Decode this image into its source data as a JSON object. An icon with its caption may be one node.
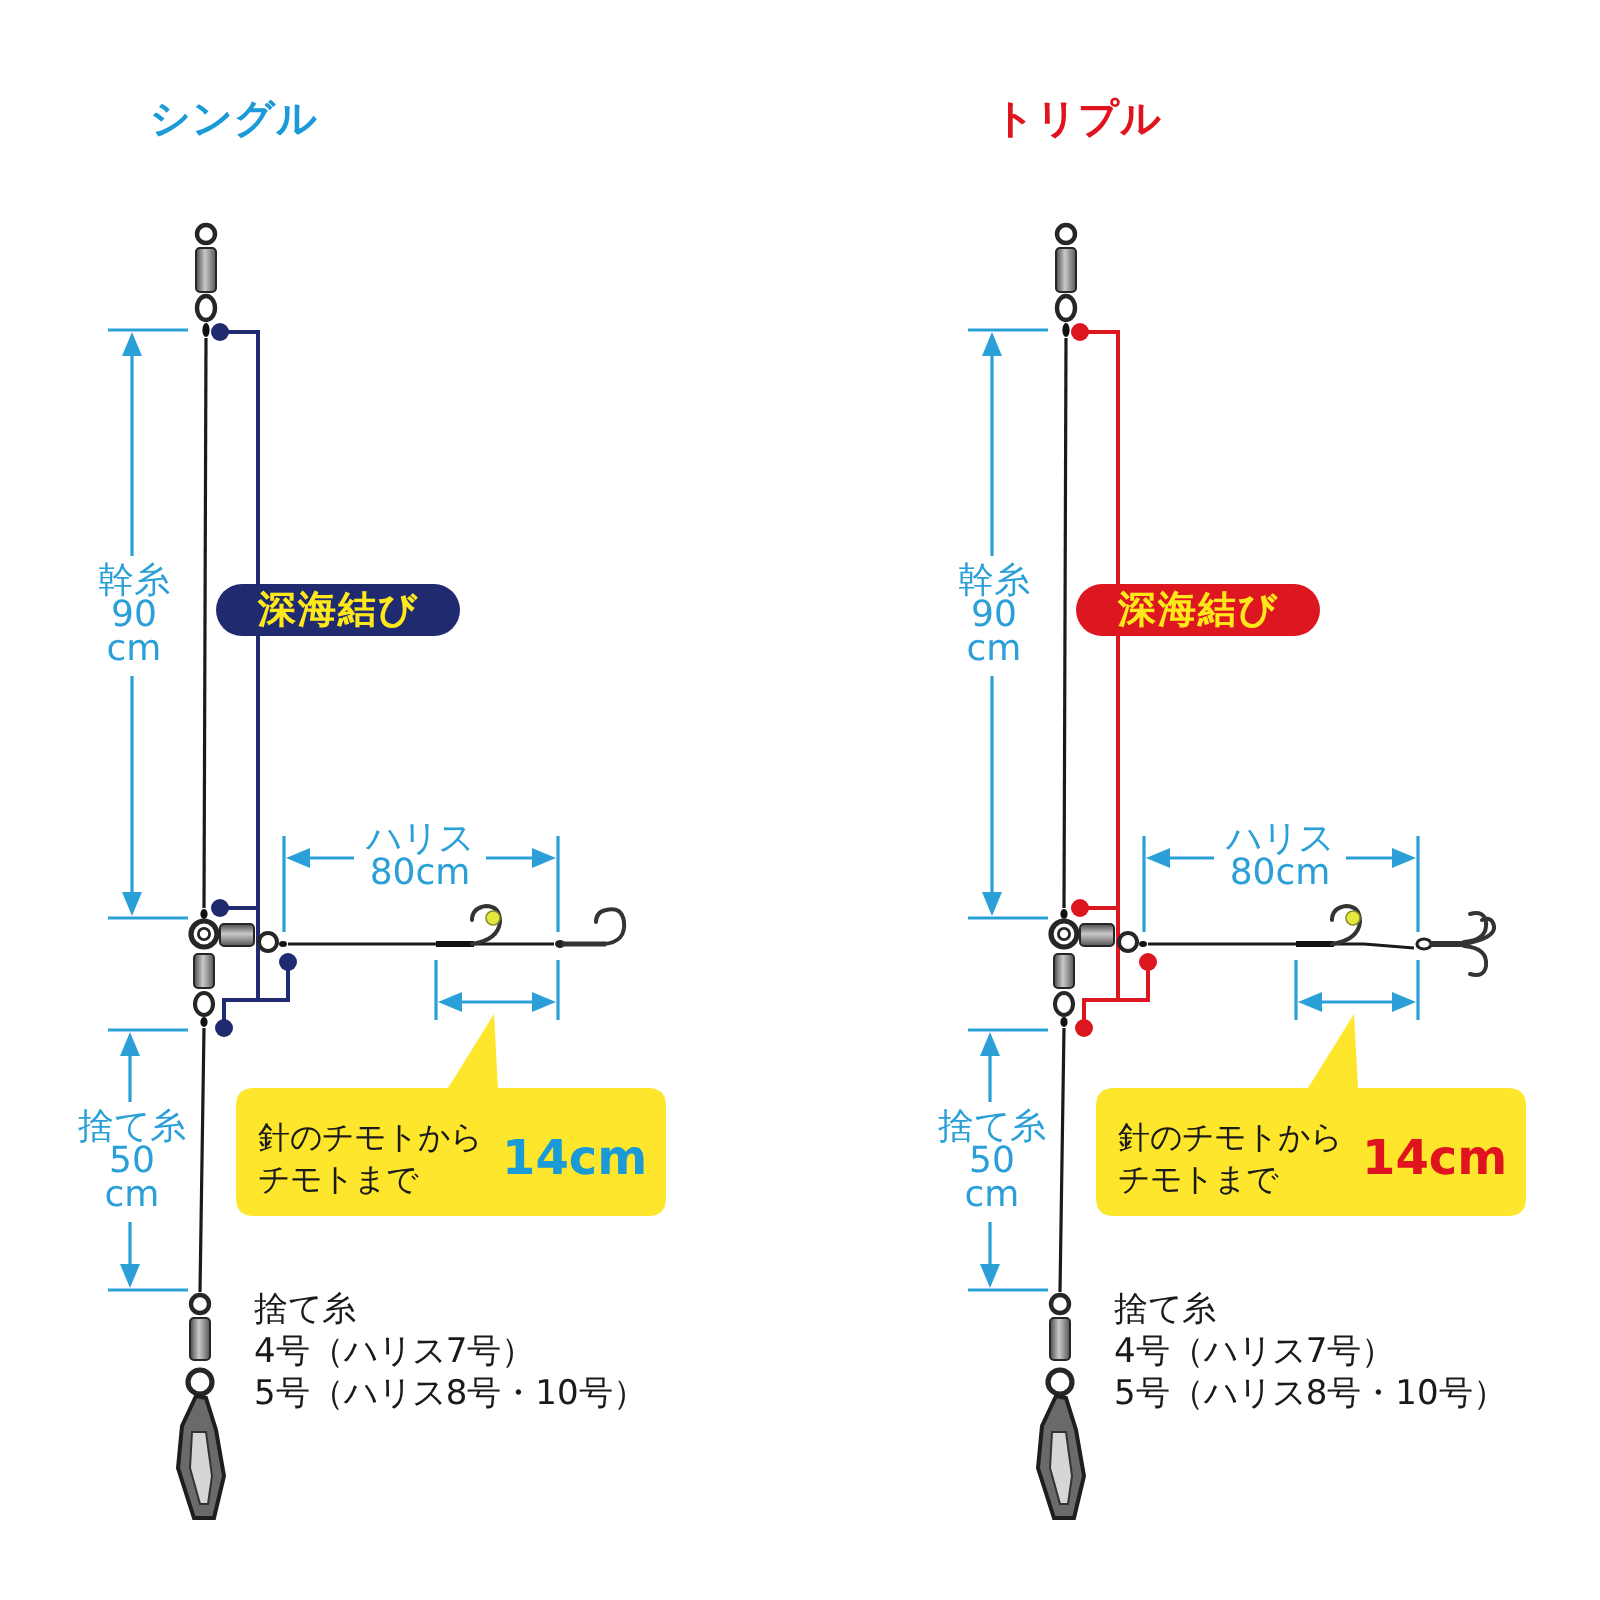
{
  "diagram": {
    "nodes": [
      {
        "text": [],
        "shape": "picture"
      },
      {
        "text": [
          "深海結び"
        ]
      },
      {
        "text": [],
        "shape": "picture"
      },
      {
        "text": [],
        "shape": "picture"
      },
      {
        "text": [],
        "shape": "picture"
      },
      {
        "text": [
          "針のチモトからチモトまで",
          "14cm"
        ]
      },
      {
        "text": [],
        "shape": "picture"
      },
      {
        "text": [],
        "shape": "picture"
      },
      {
        "text": [
          "深海結び"
        ]
      },
      {
        "text": [],
        "shape": "picture"
      },
      {
        "text": [],
        "shape": "picture"
      },
      {
        "text": [],
        "shape": "picture"
      },
      {
        "text": [
          "針のチモトからチモトまで",
          "14cm"
        ]
      },
      {
        "text": [],
        "shape": "picture"
      }
    ],
    "edges": [
      {
        "from": 0,
        "to": 2,
        "arrow": "none"
      },
      {
        "from": 2,
        "to": 3,
        "arrow": "none"
      },
      {
        "from": 3,
        "to": 4,
        "arrow": "none"
      },
      {
        "from": 2,
        "to": 6,
        "arrow": "none"
      },
      {
        "from": 1,
        "to": 0,
        "arrow": "other",
        "color": "#1f2b6e"
      },
      {
        "from": 1,
        "to": 2,
        "arrow": "other",
        "color": "#1f2b6e"
      },
      {
        "from": 1,
        "to": 2,
        "arrow": "other",
        "color": "#1f2b6e"
      },
      {
        "from": 1,
        "to": 2,
        "arrow": "other",
        "color": "#1f2b6e"
      },
      {
        "from": 7,
        "to": 9,
        "arrow": "none"
      },
      {
        "from": 9,
        "to": 10,
        "arrow": "none"
      },
      {
        "from": 10,
        "to": 11,
        "arrow": "none"
      },
      {
        "from": 9,
        "to": 13,
        "arrow": "none"
      },
      {
        "from": 8,
        "to": 7,
        "arrow": "other",
        "color": "#dc1720"
      },
      {
        "from": 8,
        "to": 9,
        "arrow": "other",
        "color": "#dc1720"
      },
      {
        "from": 8,
        "to": 9,
        "arrow": "other",
        "color": "#dc1720"
      },
      {
        "from": 8,
        "to": 9,
        "arrow": "other",
        "color": "#dc1720"
      }
    ],
    "labels": [
      "シングル",
      "幹糸 90 cm",
      "ハリス 80cm",
      "捨て糸 50 cm",
      "捨て糸",
      "4号（ハリス7号）",
      "5号（ハリス8号・10号）",
      "トリプル",
      "幹糸 90 cm",
      "ハリス 80cm",
      "捨て糸 50 cm",
      "捨て糸",
      "4号（ハリス7号）",
      "5号（ハリス8号・10号）"
    ]
  }
}
